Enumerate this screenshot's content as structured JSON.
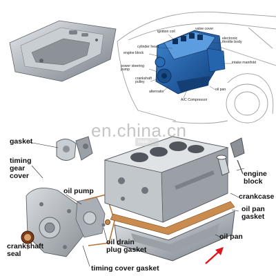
{
  "watermark": "en.china.cn",
  "stamp": "Made",
  "colors": {
    "engine_blue": "#1f5fa6",
    "engine_dark": "#0d2f5c",
    "part_gray": "#b9bec4",
    "part_dark": "#6f757c",
    "arrow_red": "#e0141b"
  },
  "top_labels": {
    "ignition_coil": "ignition coil",
    "valve_cover": "valve cover",
    "cylinder_head": "cylinder head",
    "electronic_throttle_body": "electronic\nthrottle body",
    "engine_block": "engine block",
    "power_steering_pump": "power steering\npump",
    "intake_manifold": "intake manifold",
    "crankshaft_pulley": "crankshaft\npulley",
    "oil_pan": "oil pan",
    "alternator": "alternator",
    "ac_compressor": "A/C Compressor"
  },
  "bottom_labels": {
    "gasket": "gasket",
    "timing_gear_cover": "timing\ngear\ncover",
    "oil_pump": "oil pump",
    "engine_block": "engine\nblock",
    "crankcase": "crankcase",
    "oil_pan_gasket": "oil pan\ngasket",
    "crankshaft_seal": "crankshaft\nseal",
    "oil_drain_plug_gasket": "oil drain\nplug gasket",
    "oil_pan": "oil pan",
    "timing_cover_gasket": "timing cover gasket"
  }
}
